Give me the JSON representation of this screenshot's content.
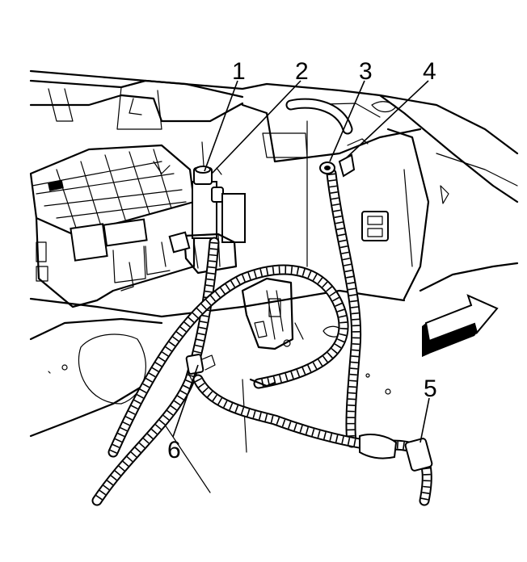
{
  "callouts": {
    "c1": "1",
    "c2": "2",
    "c3": "3",
    "c4": "4",
    "c5": "5",
    "c6": "6"
  },
  "icons": {
    "direction_arrow": "forward-arrow-icon"
  },
  "colors": {
    "line": "#000000",
    "background": "#ffffff"
  }
}
